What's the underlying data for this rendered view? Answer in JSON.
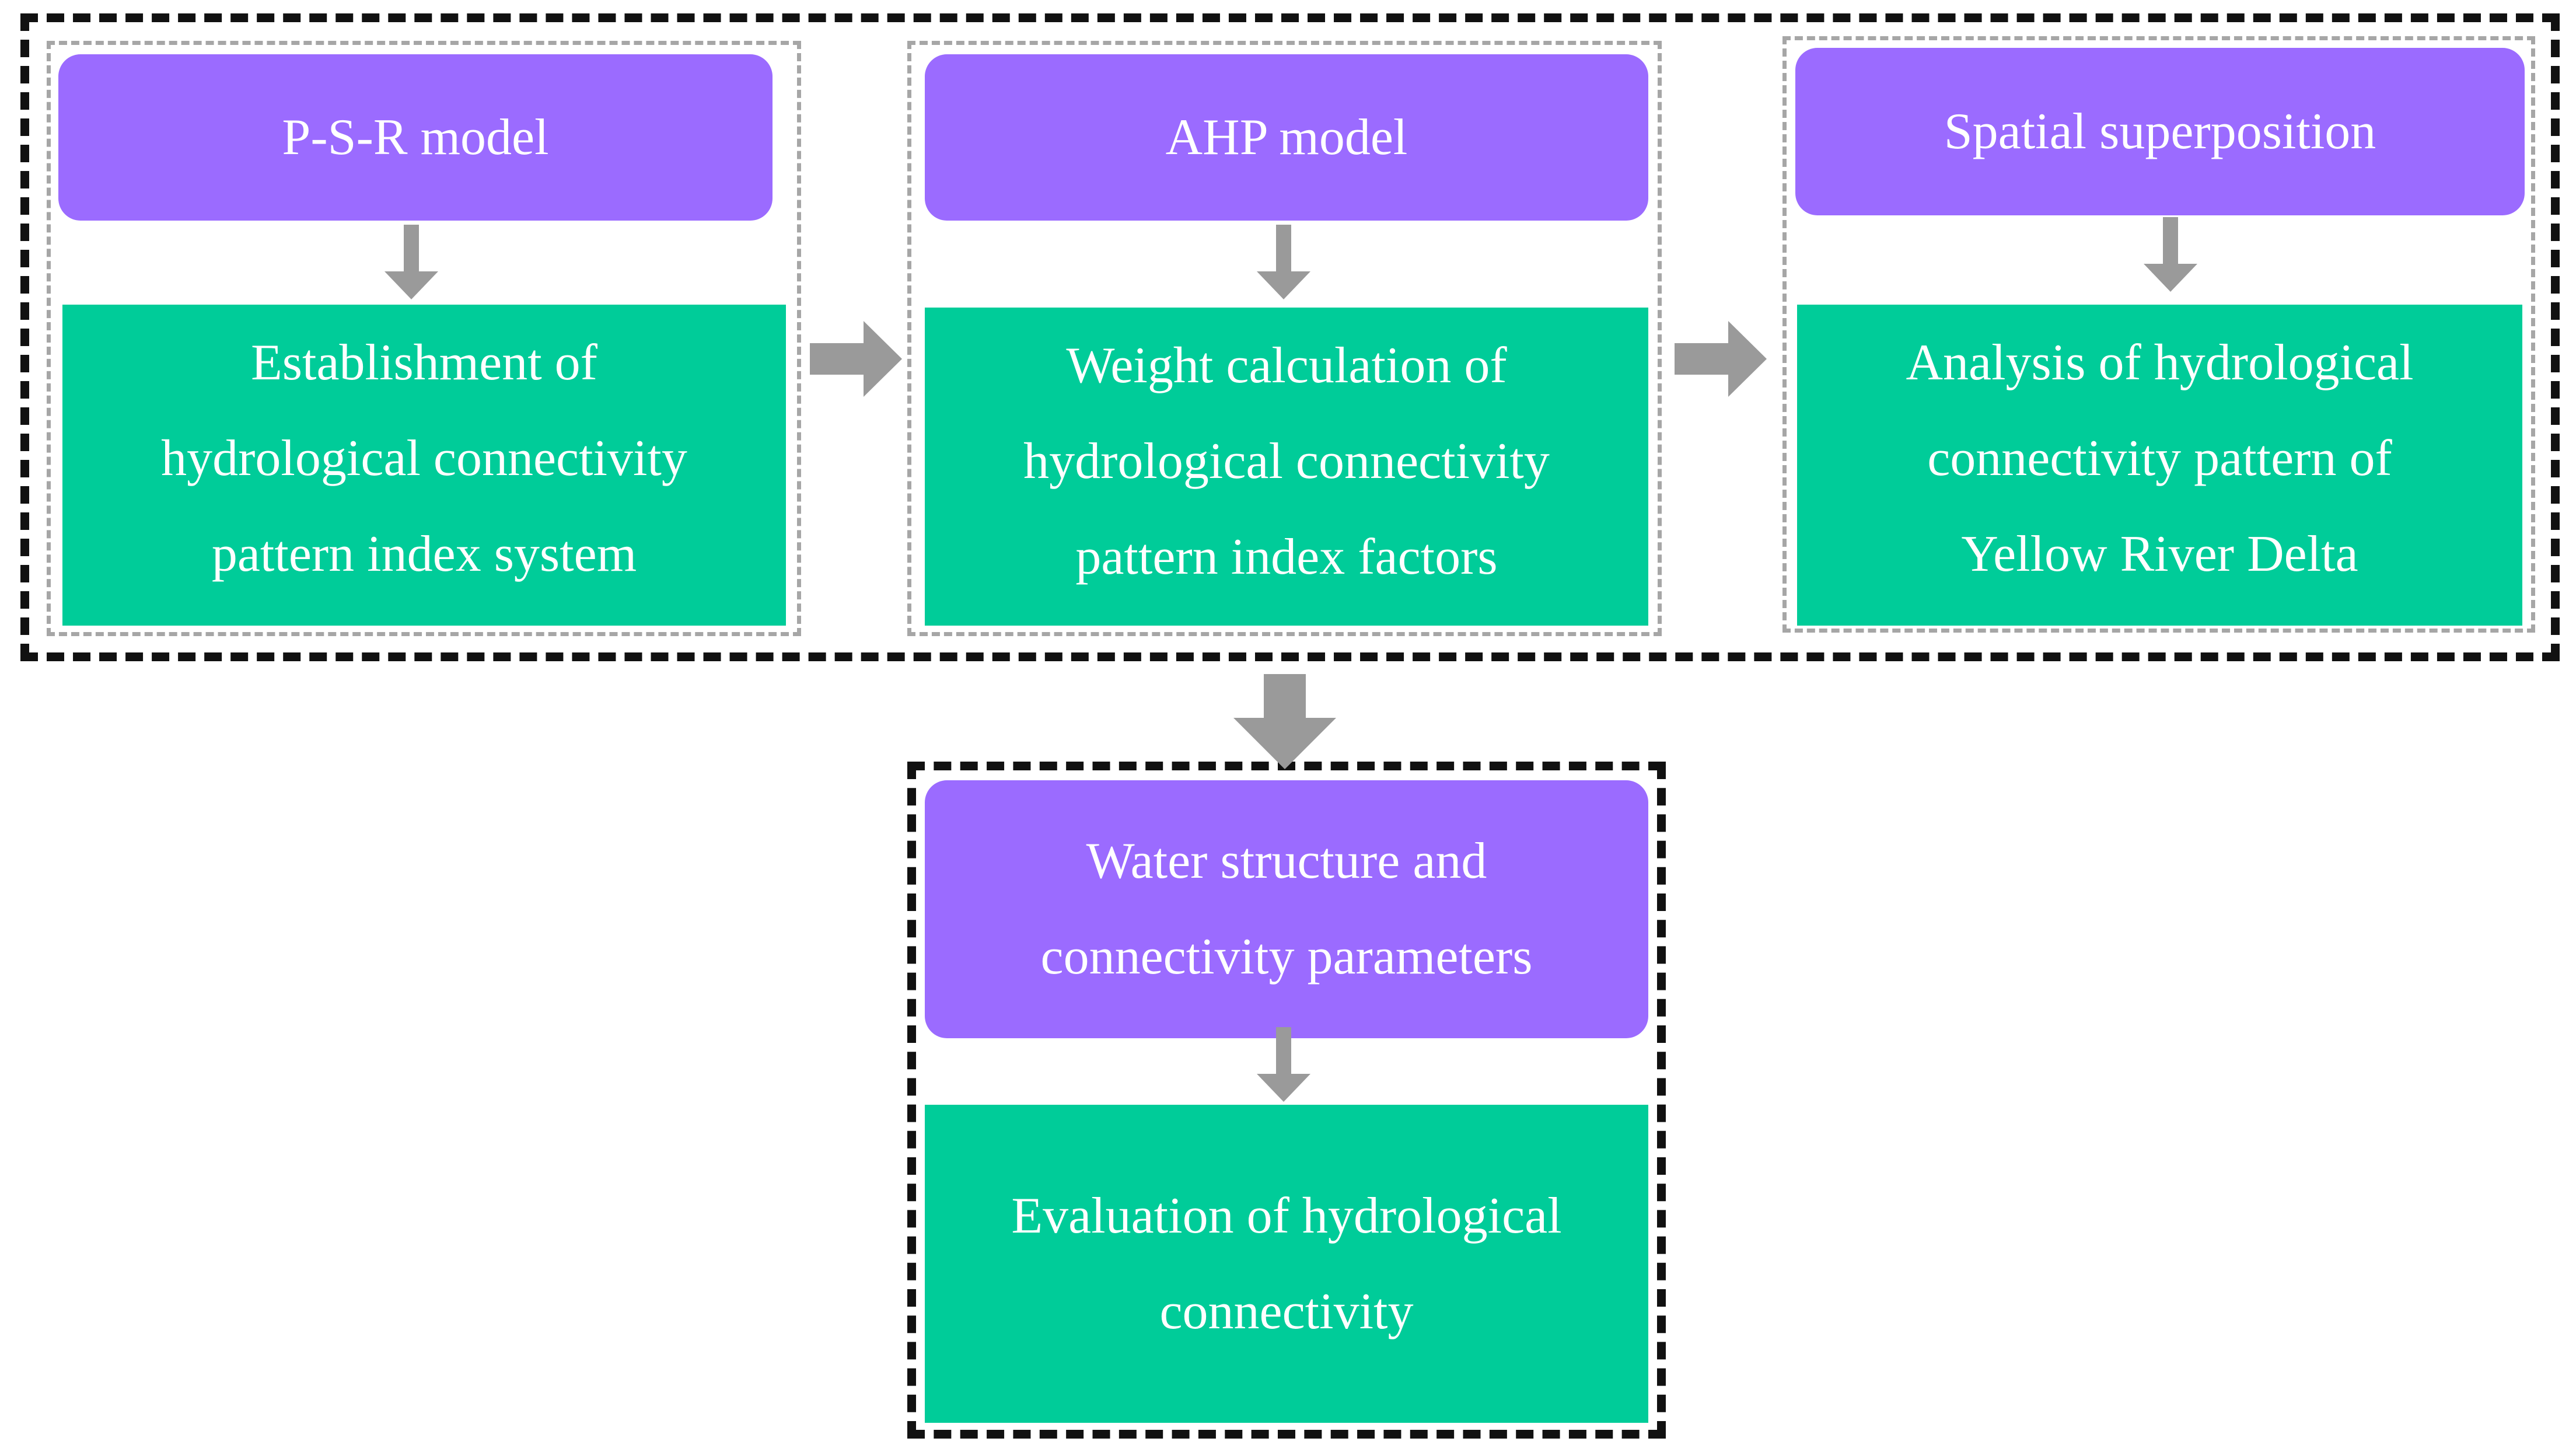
{
  "colors": {
    "purple": "#9b6bff",
    "green": "#00cc99",
    "arrow": "#9a9a9a",
    "outer_border": "#111111",
    "inner_border": "#a6a6a6",
    "text": "#ffffff"
  },
  "icons": {
    "down_arrow": "down-arrow-icon",
    "right_arrow": "right-arrow-icon"
  },
  "columns": [
    {
      "model": "P-S-R model",
      "step": [
        "Establishment of",
        "hydrological connectivity",
        "pattern index system"
      ]
    },
    {
      "model": "AHP model",
      "step": [
        "Weight calculation of",
        "hydrological connectivity",
        "pattern index factors"
      ]
    },
    {
      "model": "Spatial superposition",
      "step": [
        "Analysis of hydrological",
        "connectivity pattern of",
        "Yellow River Delta"
      ]
    }
  ],
  "bottom": {
    "model": [
      "Water structure and",
      "connectivity parameters"
    ],
    "step": [
      "Evaluation of hydrological",
      "connectivity"
    ]
  }
}
